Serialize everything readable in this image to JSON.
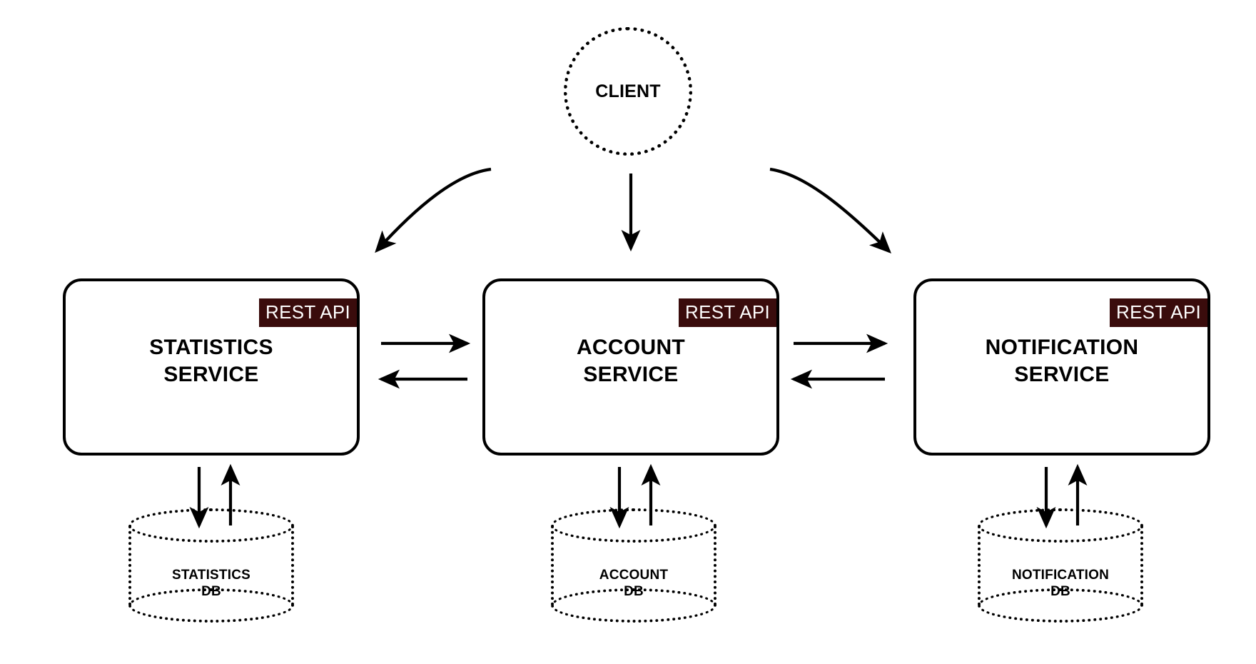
{
  "diagram": {
    "title": "Microservices architecture diagram",
    "colors": {
      "stroke": "#000000",
      "badge_bg": "#3a0c0c",
      "badge_text": "#ffffff",
      "background": "#ffffff"
    },
    "client": {
      "label": "CLIENT",
      "shape": "dotted-circle"
    },
    "services": [
      {
        "id": "statistics-service",
        "title": "STATISTICS\nSERVICE",
        "badge": "REST API",
        "shape": "rounded-rectangle"
      },
      {
        "id": "account-service",
        "title": "ACCOUNT\nSERVICE",
        "badge": "REST API",
        "shape": "rounded-rectangle"
      },
      {
        "id": "notification-service",
        "title": "NOTIFICATION\nSERVICE",
        "badge": "REST API",
        "shape": "rounded-rectangle"
      }
    ],
    "databases": [
      {
        "id": "statistics-db",
        "label": "STATISTICS\nDB",
        "shape": "dotted-cylinder"
      },
      {
        "id": "account-db",
        "label": "ACCOUNT\nDB",
        "shape": "dotted-cylinder"
      },
      {
        "id": "notification-db",
        "label": "NOTIFICATION\nDB",
        "shape": "dotted-cylinder"
      }
    ],
    "connections": [
      {
        "from": "client",
        "to": "statistics-service",
        "style": "curved",
        "direction": "one-way"
      },
      {
        "from": "client",
        "to": "account-service",
        "style": "straight",
        "direction": "one-way"
      },
      {
        "from": "client",
        "to": "notification-service",
        "style": "curved",
        "direction": "one-way"
      },
      {
        "from": "statistics-service",
        "to": "account-service",
        "style": "straight",
        "direction": "two-way"
      },
      {
        "from": "account-service",
        "to": "notification-service",
        "style": "straight",
        "direction": "two-way"
      },
      {
        "from": "statistics-service",
        "to": "statistics-db",
        "style": "straight",
        "direction": "two-way"
      },
      {
        "from": "account-service",
        "to": "account-db",
        "style": "straight",
        "direction": "two-way"
      },
      {
        "from": "notification-service",
        "to": "notification-db",
        "style": "straight",
        "direction": "two-way"
      }
    ]
  }
}
